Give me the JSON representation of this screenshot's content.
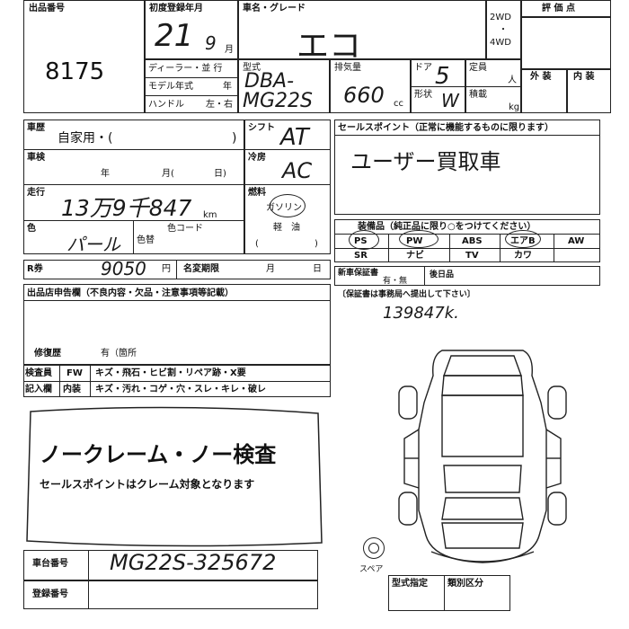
{
  "header": {
    "lot_label": "出品番号",
    "lot_number": "8175",
    "first_reg_label": "初度登録年月",
    "reg_year": "21",
    "reg_month": "9",
    "month_unit": "月",
    "name_grade_label": "車名・グレード",
    "name_grade": "エコ",
    "drive_2wd": "2WD",
    "drive_dot": "・",
    "drive_4wd": "4WD",
    "eval_label": "評 価 点",
    "exterior_label": "外 装",
    "interior_label": "内 装",
    "dealer_label": "ディーラー・並 行",
    "model_year_label": "モデル年式",
    "year_unit": "年",
    "handle_label": "ハンドル",
    "handle_options": "左・右",
    "model_label": "型式",
    "model_value_1": "DBA-",
    "model_value_2": "MG22S",
    "displacement_label": "排気量",
    "displacement_value": "660",
    "displacement_unit": "cc",
    "door_label": "ドア",
    "door_value": "5",
    "capacity_label": "定員",
    "capacity_unit": "人",
    "shape_label": "形状",
    "shape_value": "W",
    "load_label": "積載",
    "load_unit": "kg"
  },
  "history": {
    "label": "車歴",
    "value": "自家用・(",
    "paren_close": ")"
  },
  "inspection": {
    "label": "車検",
    "year": "年",
    "month": "月(",
    "day": "日)"
  },
  "mileage": {
    "label": "走行",
    "value": "13万9千847",
    "unit": "km"
  },
  "color": {
    "label": "色",
    "value": "パール",
    "change_label": "色替",
    "code_label": "色コード"
  },
  "shift": {
    "label": "シフト",
    "value": "AT"
  },
  "aircon": {
    "label": "冷房",
    "value": "AC"
  },
  "fuel": {
    "label": "燃料",
    "gasoline": "ガソリン",
    "diesel": "軽　油",
    "paren_open": "(",
    "paren_close": ")"
  },
  "recycle": {
    "label": "R券",
    "value": "9050",
    "unit": "円",
    "name_change_label": "名変期限",
    "month": "月",
    "day": "日"
  },
  "sales_point": {
    "label": "セールスポイント（正常に機能するものに限ります）",
    "value": "ユーザー買取車"
  },
  "equipment": {
    "label": "装備品（純正品に限り○をつけてください）",
    "row1": [
      "PS",
      "PW",
      "ABS",
      "エアB",
      "AW"
    ],
    "row2": [
      "SR",
      "ナビ",
      "TV",
      "カワ"
    ]
  },
  "warranty": {
    "label": "新車保証書",
    "options": "有・無",
    "later_label": "後日品",
    "note": "〔保証書は事務局へ提出して下さい〕",
    "handwritten": "139847k."
  },
  "seller_report": {
    "label": "出品店申告欄（不良内容・欠品・注意事項等記載）",
    "repair_label": "修復歴",
    "repair_value": "有（箇所"
  },
  "inspector": {
    "label1": "検査員",
    "label2": "記入欄",
    "fw_label": "FW",
    "fw_text": "キズ・飛石・ヒビ割・リペア跡・X要",
    "int_label": "内装",
    "int_text": "キズ・汚れ・コゲ・穴・スレ・キレ・破レ"
  },
  "stamp": {
    "title": "ノークレーム・ノー検査",
    "subtitle": "セールスポイントはクレーム対象となります"
  },
  "chassis": {
    "label": "車台番号",
    "value": "MG22S-325672"
  },
  "registration": {
    "label": "登録番号"
  },
  "diagram": {
    "spare_label": "スペア"
  },
  "type_designation": {
    "label": "型式指定",
    "class_label": "類別区分"
  }
}
